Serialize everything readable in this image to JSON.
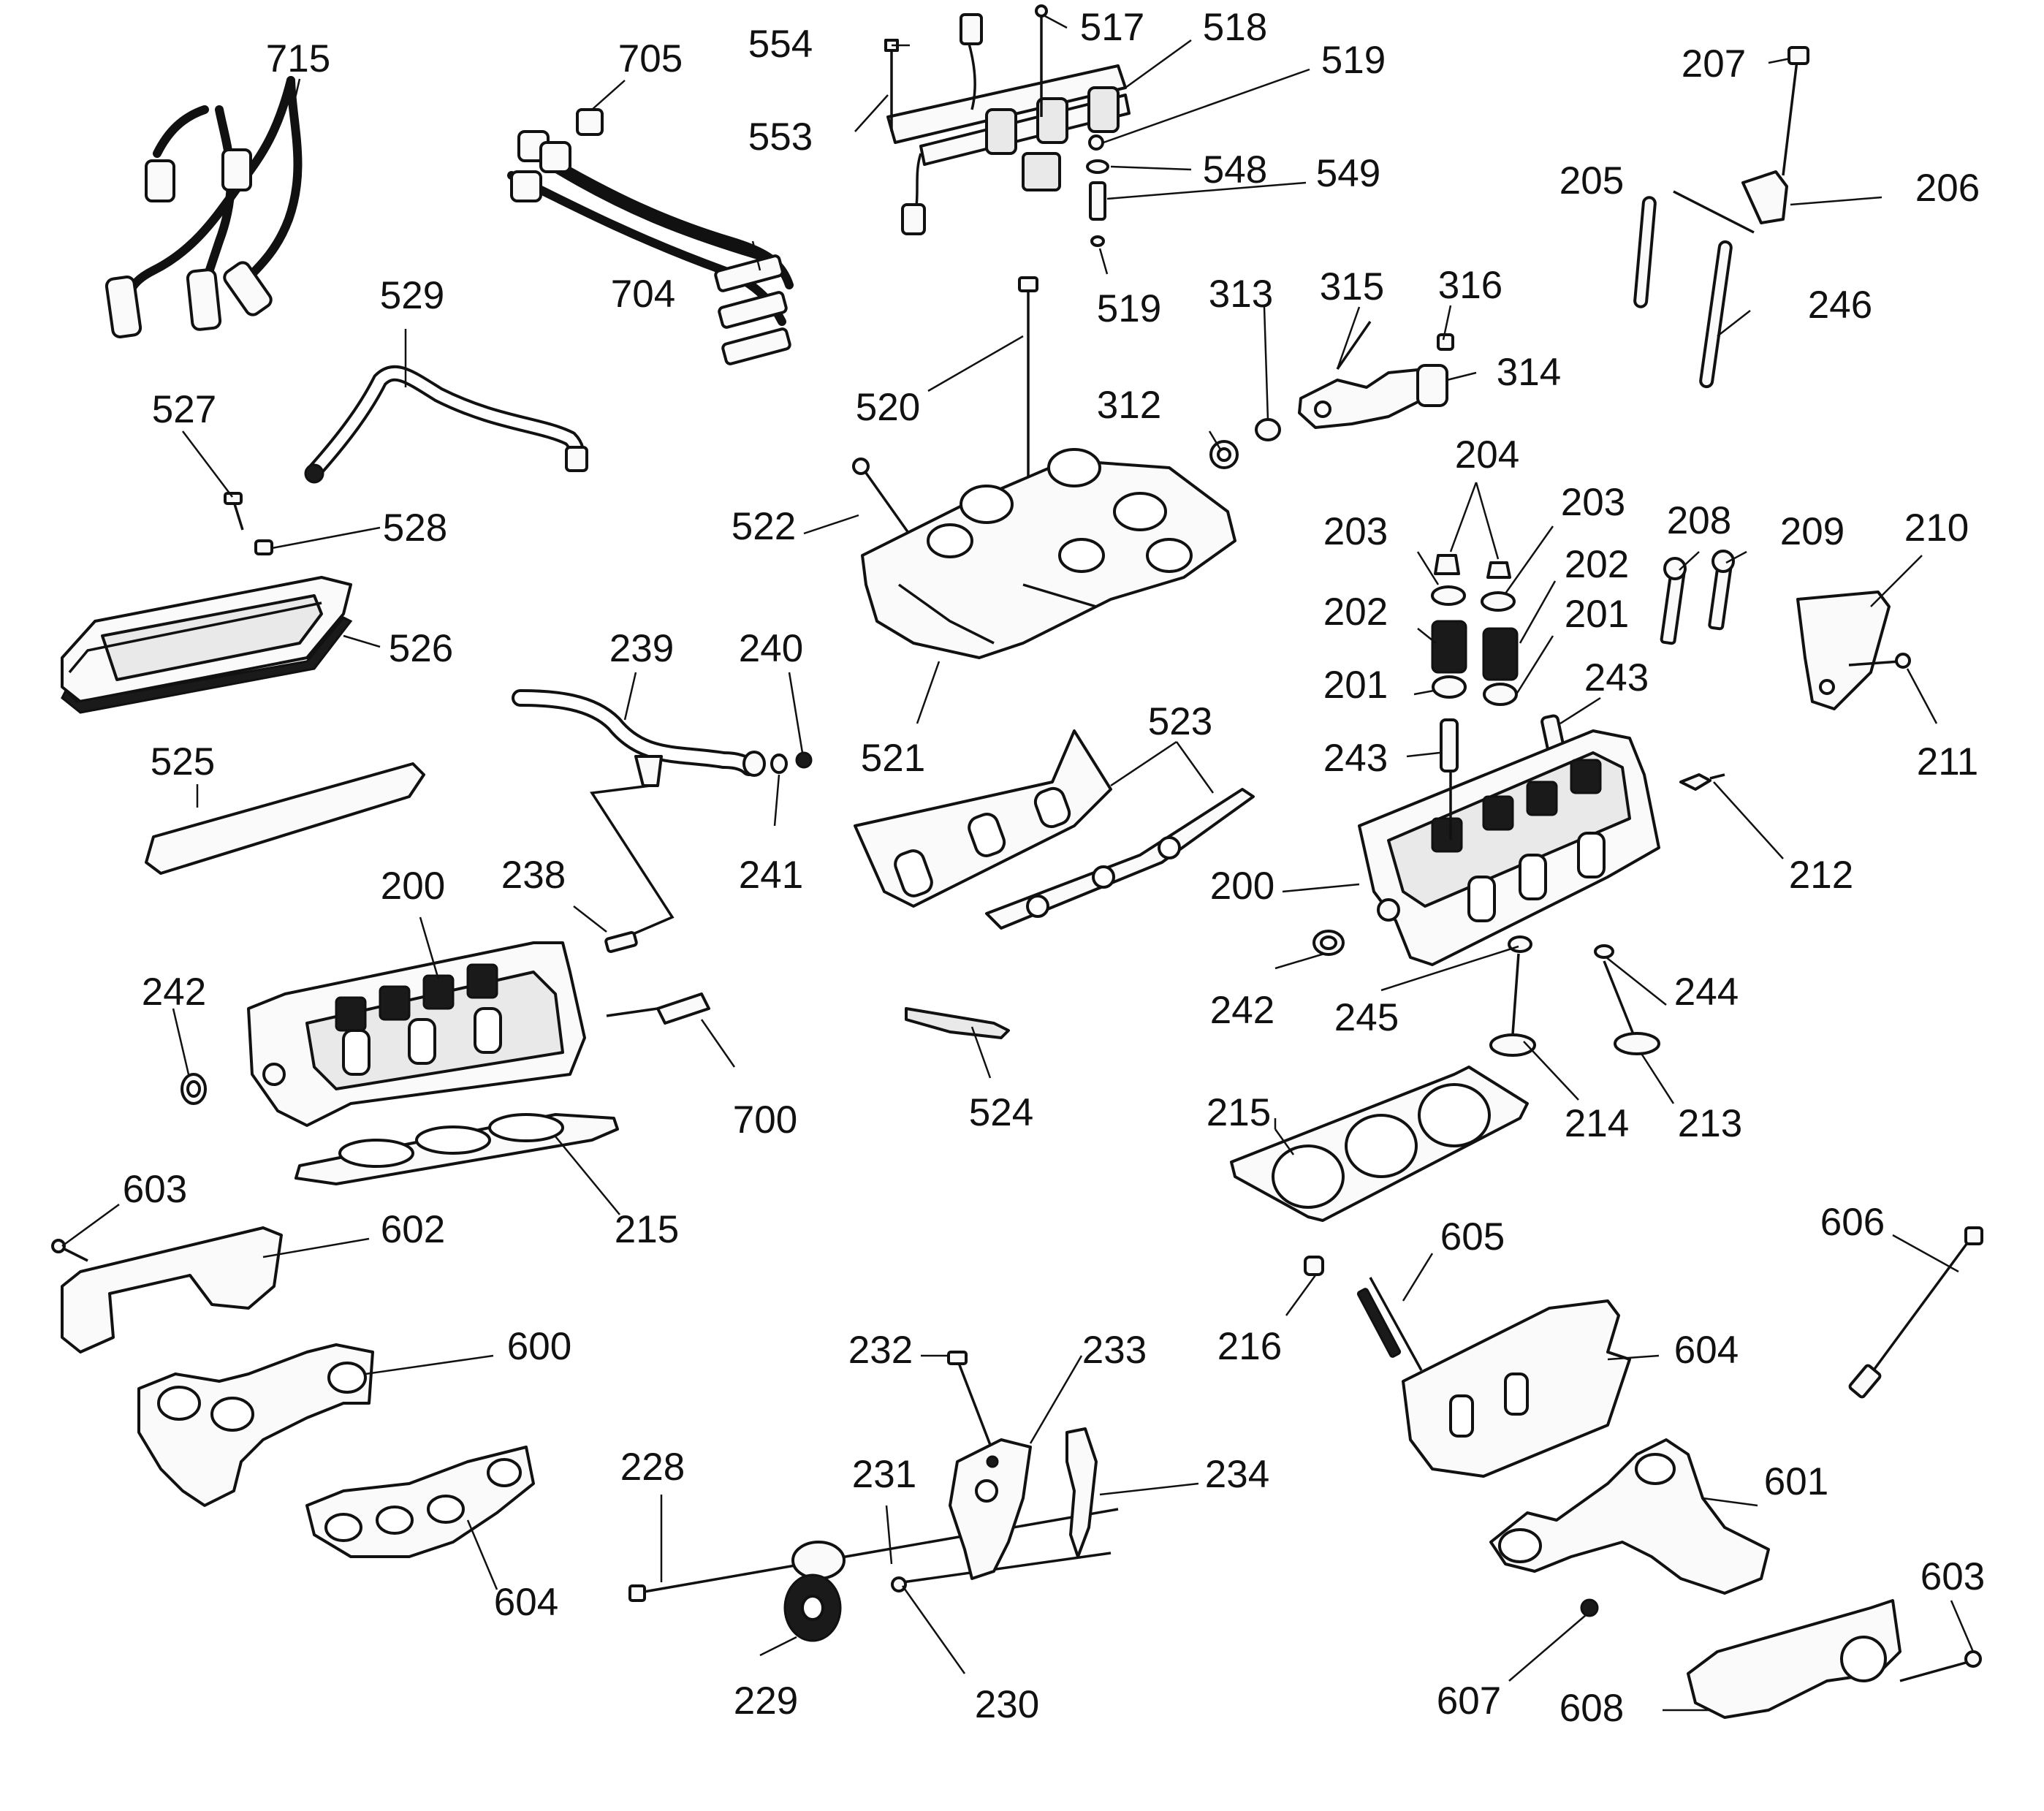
{
  "diagram": {
    "parts": [
      {
        "id": "715",
        "label": "715"
      },
      {
        "id": "705",
        "label": "705"
      },
      {
        "id": "704",
        "label": "704"
      },
      {
        "id": "554",
        "label": "554"
      },
      {
        "id": "553",
        "label": "553"
      },
      {
        "id": "517",
        "label": "517"
      },
      {
        "id": "518",
        "label": "518"
      },
      {
        "id": "519a",
        "label": "519"
      },
      {
        "id": "548",
        "label": "548"
      },
      {
        "id": "549",
        "label": "549"
      },
      {
        "id": "519b",
        "label": "519"
      },
      {
        "id": "207",
        "label": "207"
      },
      {
        "id": "205",
        "label": "205"
      },
      {
        "id": "206",
        "label": "206"
      },
      {
        "id": "246",
        "label": "246"
      },
      {
        "id": "529",
        "label": "529"
      },
      {
        "id": "527",
        "label": "527"
      },
      {
        "id": "528",
        "label": "528"
      },
      {
        "id": "526",
        "label": "526"
      },
      {
        "id": "525",
        "label": "525"
      },
      {
        "id": "520",
        "label": "520"
      },
      {
        "id": "313",
        "label": "313"
      },
      {
        "id": "315",
        "label": "315"
      },
      {
        "id": "316",
        "label": "316"
      },
      {
        "id": "312",
        "label": "312"
      },
      {
        "id": "314",
        "label": "314"
      },
      {
        "id": "522",
        "label": "522"
      },
      {
        "id": "521",
        "label": "521"
      },
      {
        "id": "239",
        "label": "239"
      },
      {
        "id": "240",
        "label": "240"
      },
      {
        "id": "241",
        "label": "241"
      },
      {
        "id": "523",
        "label": "523"
      },
      {
        "id": "204",
        "label": "204"
      },
      {
        "id": "203a",
        "label": "203"
      },
      {
        "id": "203b",
        "label": "203"
      },
      {
        "id": "202a",
        "label": "202"
      },
      {
        "id": "202b",
        "label": "202"
      },
      {
        "id": "201a",
        "label": "201"
      },
      {
        "id": "201b",
        "label": "201"
      },
      {
        "id": "243a",
        "label": "243"
      },
      {
        "id": "243b",
        "label": "243"
      },
      {
        "id": "208",
        "label": "208"
      },
      {
        "id": "209",
        "label": "209"
      },
      {
        "id": "210",
        "label": "210"
      },
      {
        "id": "211",
        "label": "211"
      },
      {
        "id": "212",
        "label": "212"
      },
      {
        "id": "200a",
        "label": "200"
      },
      {
        "id": "200b",
        "label": "200"
      },
      {
        "id": "238",
        "label": "238"
      },
      {
        "id": "242a",
        "label": "242"
      },
      {
        "id": "242b",
        "label": "242"
      },
      {
        "id": "700",
        "label": "700"
      },
      {
        "id": "524",
        "label": "524"
      },
      {
        "id": "245",
        "label": "245"
      },
      {
        "id": "244",
        "label": "244"
      },
      {
        "id": "214",
        "label": "214"
      },
      {
        "id": "213",
        "label": "213"
      },
      {
        "id": "215a",
        "label": "215"
      },
      {
        "id": "215b",
        "label": "215"
      },
      {
        "id": "216",
        "label": "216"
      },
      {
        "id": "603a",
        "label": "603"
      },
      {
        "id": "602",
        "label": "602"
      },
      {
        "id": "600",
        "label": "600"
      },
      {
        "id": "604a",
        "label": "604"
      },
      {
        "id": "605",
        "label": "605"
      },
      {
        "id": "606",
        "label": "606"
      },
      {
        "id": "604b",
        "label": "604"
      },
      {
        "id": "232",
        "label": "232"
      },
      {
        "id": "233",
        "label": "233"
      },
      {
        "id": "228",
        "label": "228"
      },
      {
        "id": "231",
        "label": "231"
      },
      {
        "id": "234",
        "label": "234"
      },
      {
        "id": "229",
        "label": "229"
      },
      {
        "id": "230",
        "label": "230"
      },
      {
        "id": "601",
        "label": "601"
      },
      {
        "id": "603b",
        "label": "603"
      },
      {
        "id": "607",
        "label": "607"
      },
      {
        "id": "608",
        "label": "608"
      }
    ]
  }
}
